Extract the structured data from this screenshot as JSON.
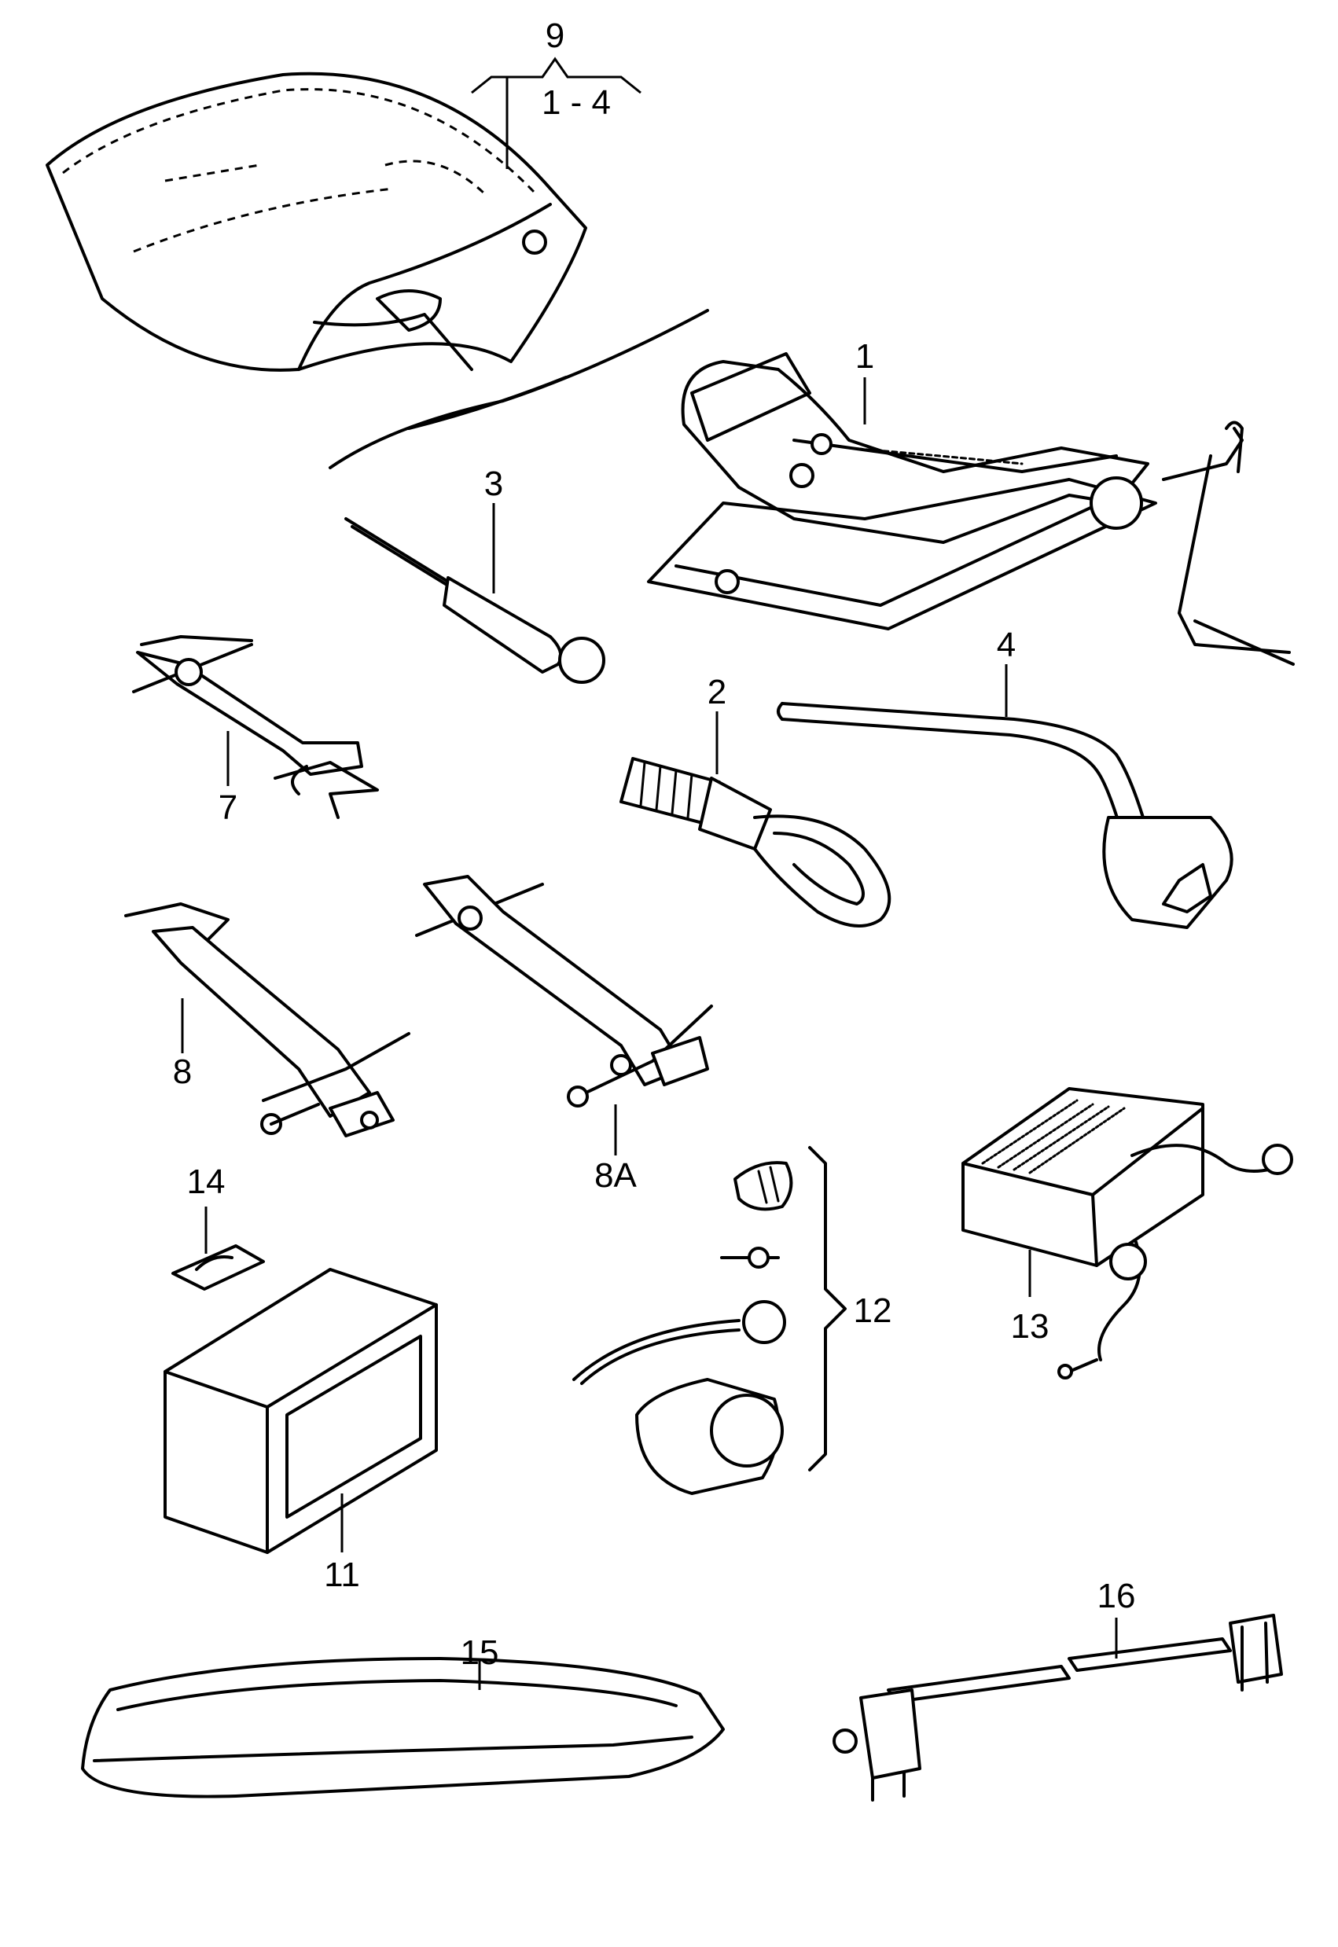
{
  "diagram": {
    "callouts": {
      "c9": "9",
      "c9_range": "1 - 4",
      "c1": "1",
      "c3": "3",
      "c7": "7",
      "c4": "4",
      "c2": "2",
      "c8": "8",
      "c8a": "8A",
      "c14": "14",
      "c12": "12",
      "c13": "13",
      "c11": "11",
      "c15": "15",
      "c16": "16"
    },
    "line_color": "#000000",
    "background": "#ffffff"
  }
}
